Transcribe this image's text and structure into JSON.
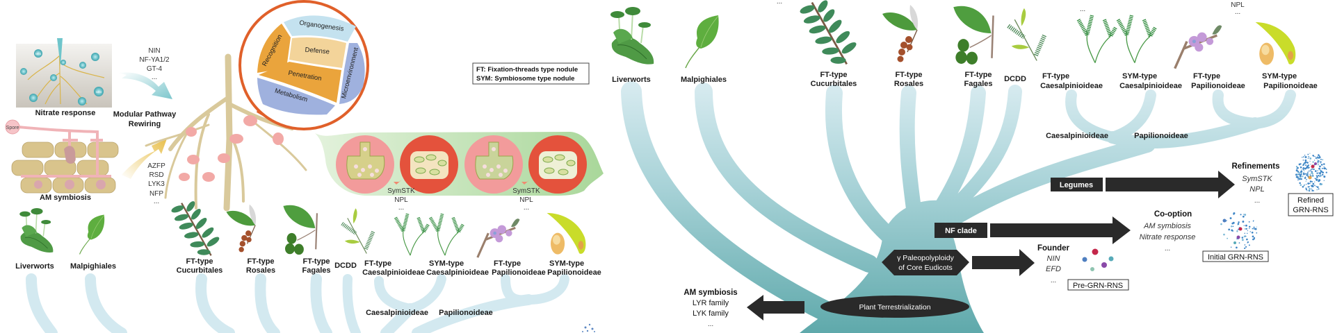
{
  "colors": {
    "tree_teal": "#63acae",
    "tree_light": "#d6ebf2",
    "arrow_dark": "#2a2a2a",
    "callout_ring": "#e0602a",
    "segment_orange": "#eaa43c",
    "segment_lightblue": "#c4e2ef",
    "segment_periwinkle": "#9fb1de",
    "nodule_pink": "#f2a0a0",
    "nodule_red": "#e4523c",
    "pod_green": "#c3e3b6",
    "root_beige": "#d9c99b"
  },
  "left_panel": {
    "nitrate_response": {
      "label": "Nitrate response",
      "ion_label": "NO3"
    },
    "nitrate_genes": [
      "NIN",
      "NF-YA1/2",
      "GT-4",
      "..."
    ],
    "rewiring_label": [
      "Modular Pathway",
      "Rewiring"
    ],
    "spore_label": "Spore",
    "am_symbiosis_label": "AM symbiosis",
    "am_genes": [
      "AZFP",
      "RSD",
      "LYK3",
      "NFP",
      "..."
    ],
    "callout_segments": {
      "organogenesis": "Organogenesis",
      "recognition": "Recognition",
      "defense": "Defense",
      "penetration": "Penetration",
      "metabolism": "Metabolism",
      "microenvironment": "Microenvironment"
    },
    "legend": [
      "FT: Fixation-threads type nodule",
      "SYM: Symbiosome type nodule"
    ],
    "nodule_genes": [
      [
        "SymSTK",
        "NPL",
        "..."
      ],
      [
        "SymSTK",
        "NPL",
        "..."
      ]
    ],
    "clades": [
      {
        "lines": [
          "Liverworts"
        ]
      },
      {
        "lines": [
          "Malpighiales"
        ]
      },
      {
        "lines": [
          "FT-type",
          "Cucurbitales"
        ]
      },
      {
        "lines": [
          "FT-type",
          "Rosales"
        ]
      },
      {
        "lines": [
          "FT-type",
          "Fagales"
        ]
      },
      {
        "lines": [
          "DCDD"
        ]
      },
      {
        "lines": [
          "FT-type",
          "Caesalpinioideae"
        ]
      },
      {
        "lines": [
          "SYM-type",
          "Caesalpinioideae"
        ]
      },
      {
        "lines": [
          "FT-type",
          "Papilionoideae"
        ]
      },
      {
        "lines": [
          "SYM-type",
          "Papilionoideae"
        ]
      }
    ],
    "subclades": [
      "Caesalpinioideae",
      "Papilionoideae"
    ]
  },
  "right_panel": {
    "top_fragments": [
      "...",
      "...",
      "...",
      "NPL"
    ],
    "clades": [
      {
        "lines": [
          "Liverworts"
        ]
      },
      {
        "lines": [
          "Malpighiales"
        ]
      },
      {
        "lines": [
          "FT-type",
          "Cucurbitales"
        ]
      },
      {
        "lines": [
          "FT-type",
          "Rosales"
        ]
      },
      {
        "lines": [
          "FT-type",
          "Fagales"
        ]
      },
      {
        "lines": [
          "DCDD"
        ]
      },
      {
        "lines": [
          "FT-type",
          "Caesalpinioideae"
        ]
      },
      {
        "lines": [
          "SYM-type",
          "Caesalpinioideae"
        ]
      },
      {
        "lines": [
          "FT-type",
          "Papilionoideae"
        ]
      },
      {
        "lines": [
          "SYM-type",
          "Papilionoideae"
        ]
      }
    ],
    "subclades": [
      "Caesalpinioideae",
      "Papilionoideae"
    ],
    "nodes": {
      "legumes": "Legumes",
      "nf_clade": "NF clade",
      "paleopolyploidy": [
        "γ Paleopolyploidy",
        "of Core Eudicots"
      ],
      "terrestrialization": "Plant Terrestrialization"
    },
    "refinements": {
      "title": "Refinements",
      "genes": [
        "SymSTK",
        "NPL",
        "..."
      ],
      "network_label": [
        "Refined",
        "GRN-RNS"
      ]
    },
    "co_option": {
      "title": "Co-option",
      "items": [
        "AM symbiosis",
        "Nitrate response",
        "..."
      ],
      "network_label": "Initial GRN-RNS"
    },
    "founder": {
      "title": "Founder",
      "genes": [
        "NIN",
        "EFD",
        "..."
      ],
      "network_label": "Pre-GRN-RNS"
    },
    "am_symbiosis": {
      "title": "AM symbiosis",
      "items": [
        "LYR family",
        "LYK family",
        "..."
      ]
    }
  }
}
